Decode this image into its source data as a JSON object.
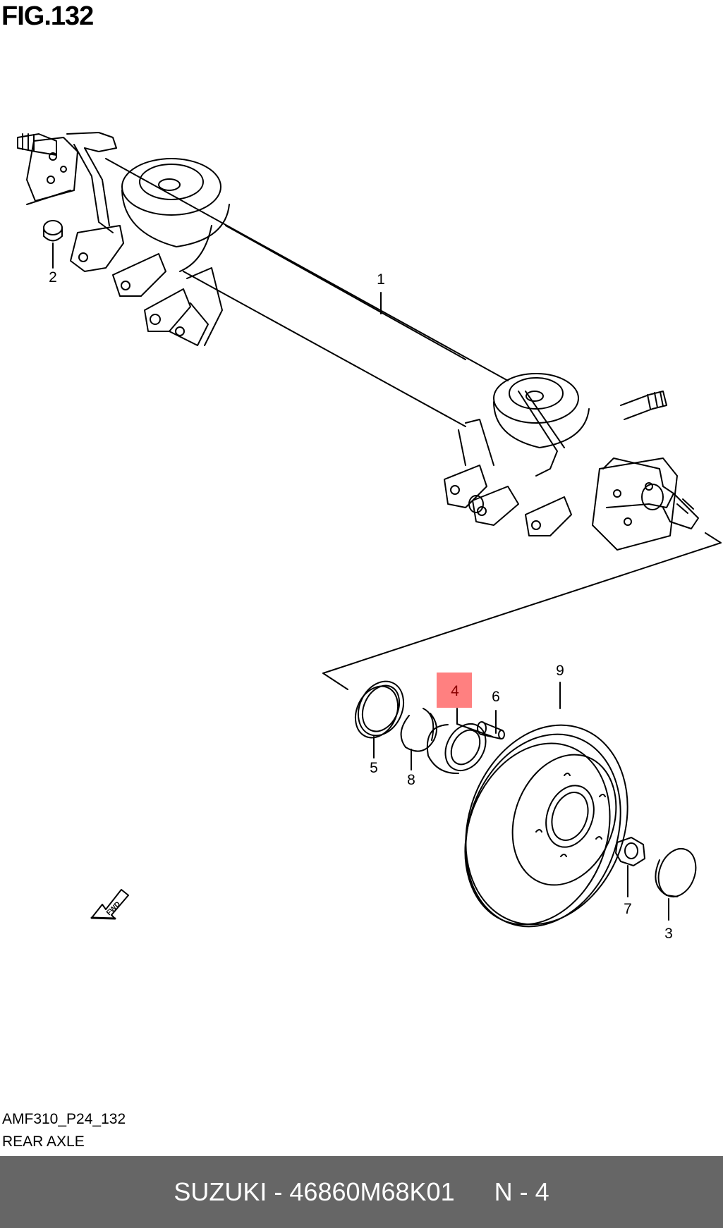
{
  "figure": {
    "title": "FIG.132",
    "code": "AMF310_P24_132",
    "section": "REAR AXLE"
  },
  "callouts": {
    "c1": "1",
    "c2": "2",
    "c3": "3",
    "c4": "4",
    "c5": "5",
    "c6": "6",
    "c7": "7",
    "c8": "8",
    "c9": "9"
  },
  "highlight": {
    "part_number": "4",
    "color": "#ff8080"
  },
  "fwd_arrow": {
    "label": "FWD"
  },
  "footer": {
    "part": "SUZUKI - 46860M68K01",
    "ref": "N - 4",
    "background": "#666666"
  }
}
